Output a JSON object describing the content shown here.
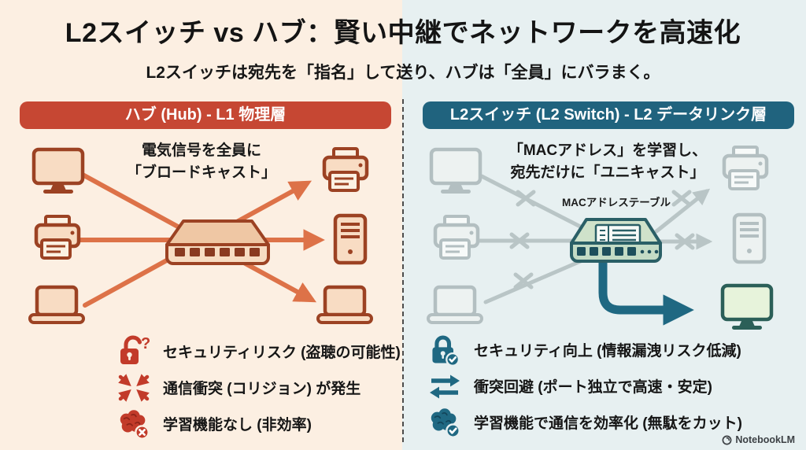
{
  "title": "L2スイッチ vs ハブ：賢い中継でネットワークを高速化",
  "subtitle": "L2スイッチは宛先を「指名」して送り、ハブは「全員」にバラまく。",
  "colors": {
    "left_bg": "#fcefe2",
    "right_bg": "#e7f0f1",
    "hub_red": "#c64733",
    "switch_teal": "#20637e",
    "arrow_orange": "#dd7248",
    "inactive_gray": "#b9c5c6"
  },
  "left_panel": {
    "header": "ハブ (Hub) - L1 物理層",
    "description": [
      "電気信号を全員に",
      "「ブロードキャスト」"
    ],
    "bullets": [
      {
        "icon": "unlocked-padlock-question-icon",
        "text": "セキュリティリスク (盗聴の可能性)"
      },
      {
        "icon": "collision-arrows-icon",
        "text": "通信衝突 (コリジョン) が発生"
      },
      {
        "icon": "brain-x-icon",
        "text": "学習機能なし (非効率)"
      }
    ]
  },
  "right_panel": {
    "header": "L2スイッチ (L2 Switch) - L2 データリンク層",
    "description": [
      "「MACアドレス」を学習し、",
      "宛先だけに「ユニキャスト」"
    ],
    "switch_label": "MACアドレステーブル",
    "bullets": [
      {
        "icon": "locked-padlock-check-icon",
        "text": "セキュリティ向上 (情報漏洩リスク低減)"
      },
      {
        "icon": "swap-arrows-icon",
        "text": "衝突回避 (ポート独立で高速・安定)"
      },
      {
        "icon": "brain-check-icon",
        "text": "学習機能で通信を効率化 (無駄をカット)"
      }
    ]
  },
  "watermark": "NotebookLM"
}
